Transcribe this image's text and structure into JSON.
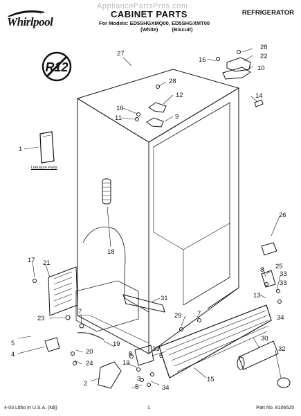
{
  "header": {
    "brand": "Whirlpool",
    "watermark": "AppliancePartsPros.com",
    "title": "CABINET PARTS",
    "models_line": "For Models: ED5SHGXMQ00, ED5SHGXMT00",
    "variant_white": "(White)",
    "variant_biscuit": "(Biscuit)",
    "product": "REFRIGERATOR"
  },
  "badge": {
    "text": "R12",
    "icon": "no-r12-symbol"
  },
  "literature": {
    "caption": "Literature Parts"
  },
  "callouts": [
    "27",
    "28",
    "22",
    "10",
    "16",
    "14",
    "28",
    "12",
    "16",
    "11",
    "9",
    "1",
    "26",
    "17",
    "21",
    "18",
    "25",
    "8",
    "33",
    "13",
    "31",
    "33",
    "34",
    "23",
    "7",
    "29",
    "7",
    "5",
    "24",
    "19",
    "20",
    "33",
    "4",
    "6",
    "30",
    "32",
    "8",
    "13",
    "15",
    "2",
    "5",
    "3",
    "34"
  ],
  "footer": {
    "left": "4-03 Litho In U.S.A. (kdj)",
    "center": "1",
    "right": "Part No. 8106525"
  }
}
